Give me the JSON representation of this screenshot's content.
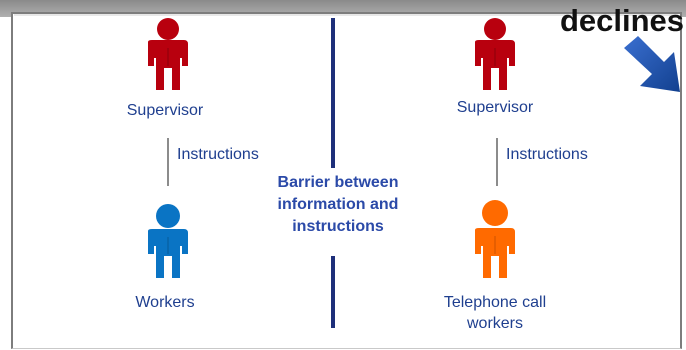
{
  "title_fragment": "declines",
  "colors": {
    "supervisor": "#b8000e",
    "workers": "#0a74c4",
    "telephone_workers": "#ff6a00",
    "barrier": "#1e2f7a",
    "text": "#1f3f8f",
    "arrow": "#1a4ea8"
  },
  "left": {
    "supervisor_label": "Supervisor",
    "instructions_label": "Instructions",
    "workers_label": "Workers"
  },
  "right": {
    "supervisor_label": "Supervisor",
    "instructions_label": "Instructions",
    "workers_label_line1": "Telephone call",
    "workers_label_line2": "workers"
  },
  "barrier": {
    "line1": "Barrier between",
    "line2": "information and",
    "line3": "instructions"
  }
}
